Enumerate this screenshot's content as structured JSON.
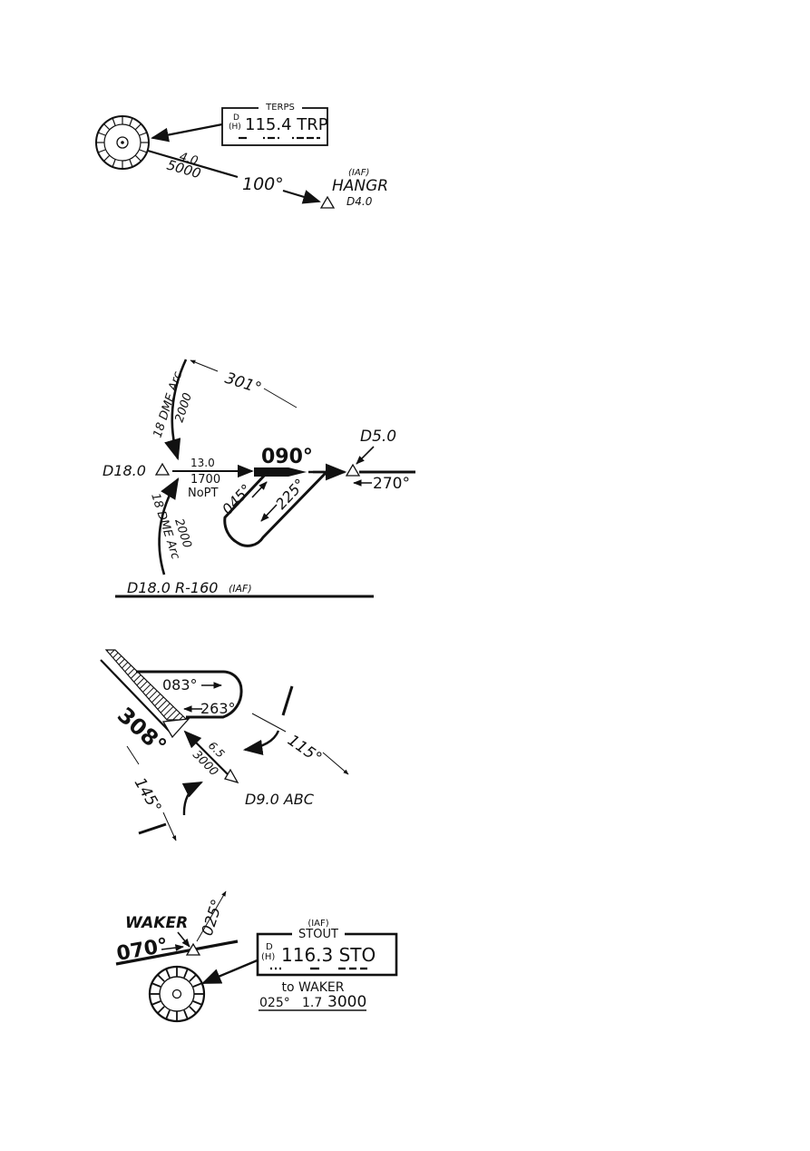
{
  "diagram1": {
    "box_title": "TERPS",
    "box_d": "D",
    "box_h": "(H)",
    "freq_ident": "115.4 TRP",
    "dist": "4.0",
    "alt": "5000",
    "course": "100°",
    "iaf": "(IAF)",
    "fix_name": "HANGR",
    "fix_dme": "D4.0"
  },
  "diagram2": {
    "arc_top": "18 DME Arc",
    "arc_top_alt": "2000",
    "radial_301": "301°",
    "fix_left": "D18.0",
    "dist": "13.0",
    "alt": "1700",
    "nopt": "NoPT",
    "course_090": "090°",
    "fix_d5": "D5.0",
    "course_270": "270°",
    "course_045": "045°",
    "course_225": "225°",
    "arc_bottom": "18 DME Arc",
    "arc_bottom_alt": "2000",
    "iaf_fix": "D18.0  R-160",
    "iaf": "(IAF)"
  },
  "diagram3": {
    "course_083": "083°",
    "course_263": "263°",
    "course_308": "308°",
    "dist": "6.5",
    "alt": "3000",
    "radial_115": "115°",
    "radial_145": "145°",
    "fix_name": "D9.0 ABC"
  },
  "diagram4": {
    "fix_name": "WAKER",
    "course_070": "070°",
    "course_025": "025°",
    "iaf": "(IAF)",
    "box_title": "STOUT",
    "box_d": "D",
    "box_h": "(H)",
    "freq_ident": "116.3 STO",
    "to_fix": "to WAKER",
    "route_course": "025°",
    "route_dist": "1.7",
    "route_alt": "3000"
  }
}
